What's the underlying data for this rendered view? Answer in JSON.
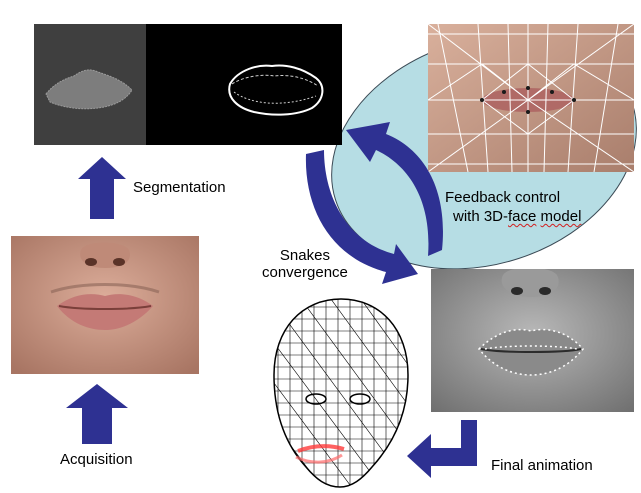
{
  "labels": {
    "segmentation": "Segmentation",
    "acquisition": "Acquisition",
    "snakes_line1": "Snakes",
    "snakes_line2": "convergence",
    "feedback_line1": "Feedback control",
    "feedback_line2_prefix": "with 3D-",
    "feedback_line2_face": "face",
    "feedback_line2_model": "model",
    "final_animation": "Final animation"
  },
  "colors": {
    "arrow": "#2e3192",
    "ellipse": "#b6dde4",
    "contour": "#ffffff",
    "lip_highlight": "#ff3b3b"
  }
}
